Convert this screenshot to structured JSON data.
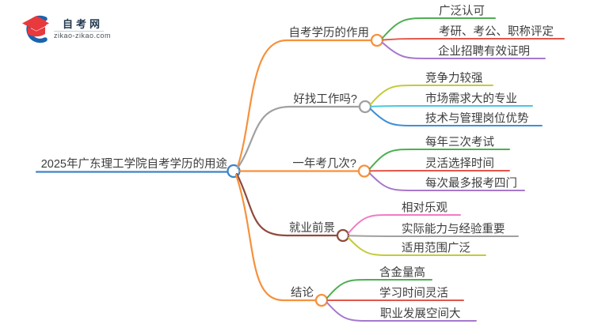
{
  "logo": {
    "brand": "自考网",
    "domain": "zikao-zikao.com",
    "blue": "#1a63ad",
    "red": "#e8393d"
  },
  "title": {
    "text": "2025年广东理工学院自考学历的用途",
    "color": "#3d85c6"
  },
  "colors": {
    "text": "#3c3c3c",
    "hub_blue": "#3d85c6",
    "orange": "#f6913d",
    "gray": "#a0a0a0",
    "maroon": "#8e4b3c",
    "green": "#4caf50",
    "red": "#e2564b",
    "purple": "#a678cc",
    "olive": "#c2cb3a",
    "cyan": "#49c6e5",
    "blue": "#3e8fd8",
    "pink": "#f07bc5"
  },
  "branches": [
    {
      "label": "自考学历的作用",
      "color": "#f6913d",
      "children": [
        {
          "text": "广泛认可",
          "color": "#4caf50"
        },
        {
          "text": "考研、考公、职称评定",
          "color": "#e2564b"
        },
        {
          "text": "企业招聘有效证明",
          "color": "#a678cc"
        }
      ]
    },
    {
      "label": "好找工作吗?",
      "color": "#a0a0a0",
      "children": [
        {
          "text": "竞争力较强",
          "color": "#c2cb3a"
        },
        {
          "text": "市场需求大的专业",
          "color": "#49c6e5"
        },
        {
          "text": "技术与管理岗位优势",
          "color": "#3e8fd8"
        }
      ]
    },
    {
      "label": "一年考几次?",
      "color": "#f6913d",
      "children": [
        {
          "text": "每年三次考试",
          "color": "#4caf50"
        },
        {
          "text": "灵活选择时间",
          "color": "#e2564b"
        },
        {
          "text": "每次最多报考四门",
          "color": "#a678cc"
        }
      ]
    },
    {
      "label": "就业前景",
      "color": "#8e4b3c",
      "children": [
        {
          "text": "相对乐观",
          "color": "#f07bc5"
        },
        {
          "text": "实际能力与经验重要",
          "color": "#a0a0a0"
        },
        {
          "text": "适用范围广泛",
          "color": "#c2cb3a"
        }
      ]
    },
    {
      "label": "结论",
      "color": "#f6913d",
      "children": [
        {
          "text": "含金量高",
          "color": "#4caf50"
        },
        {
          "text": "学习时间灵活",
          "color": "#e2564b"
        },
        {
          "text": "职业发展空间大",
          "color": "#a678cc"
        }
      ]
    }
  ]
}
